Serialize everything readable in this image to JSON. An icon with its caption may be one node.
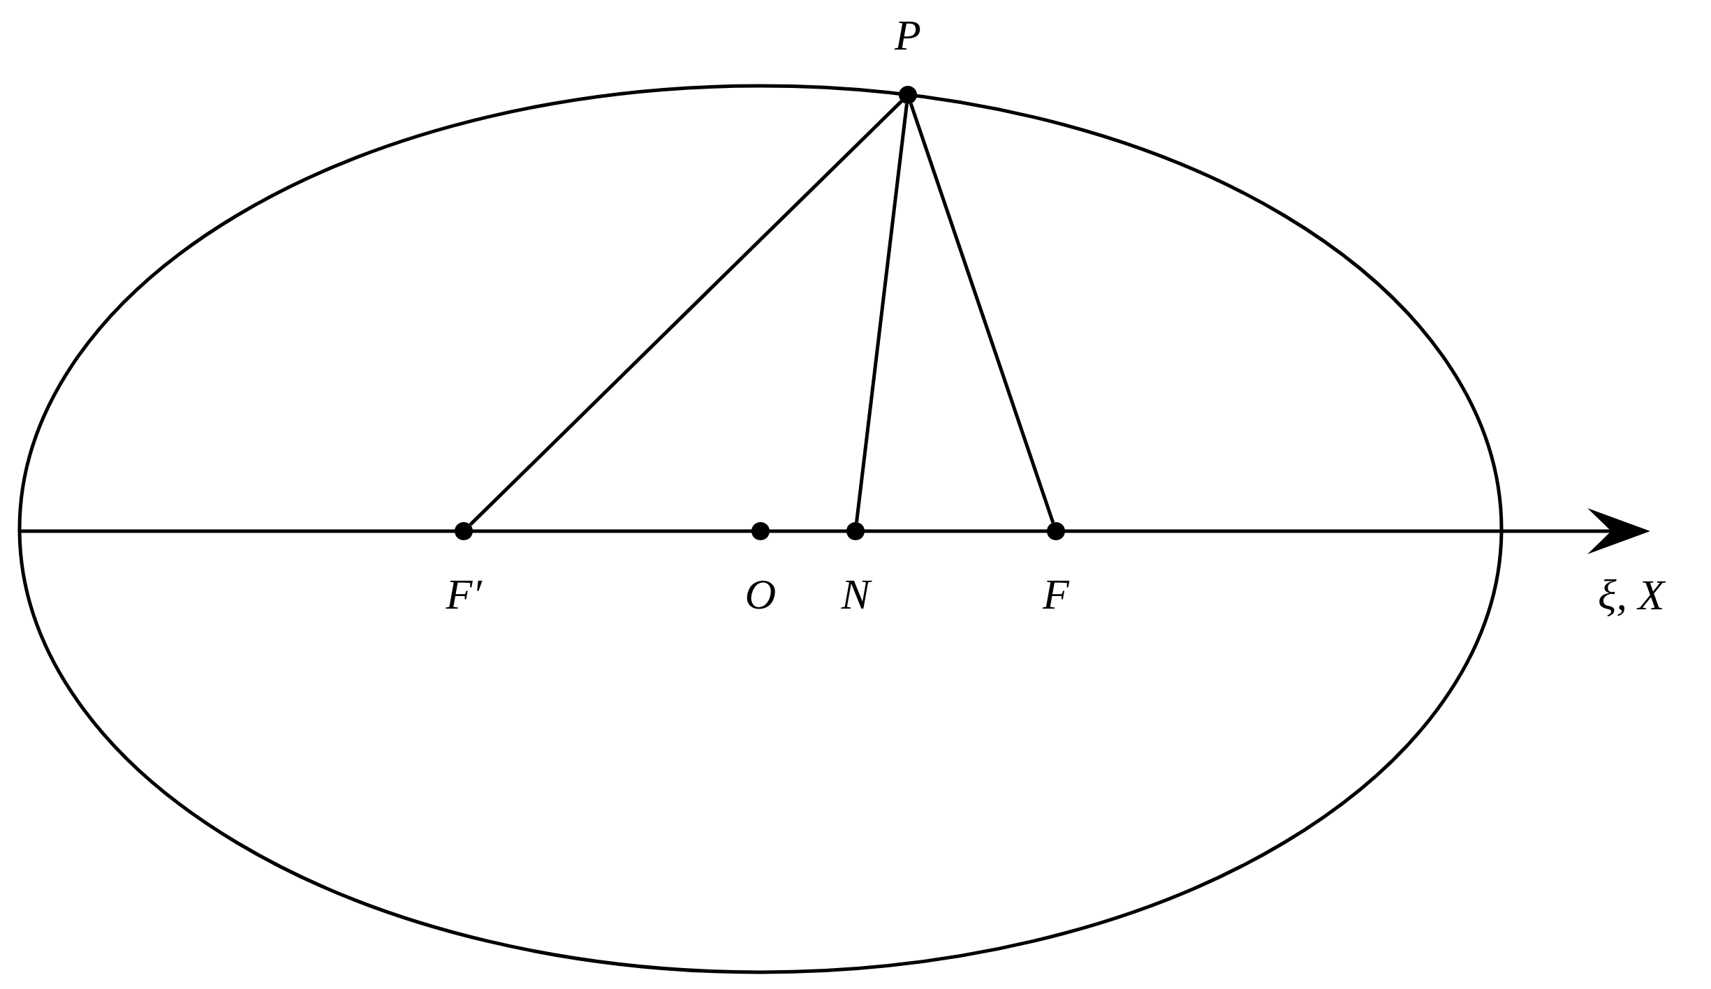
{
  "diagram": {
    "nodes": [
      {
        "text": [
          "P"
        ]
      },
      {
        "text": [
          "F′"
        ]
      },
      {
        "text": [
          "O"
        ]
      },
      {
        "text": [
          "N"
        ]
      },
      {
        "text": [
          "F"
        ]
      }
    ],
    "edges": [
      {
        "from": 0,
        "to": 1,
        "arrow": "none"
      },
      {
        "from": 0,
        "to": 3,
        "arrow": "none"
      },
      {
        "from": 0,
        "to": 4,
        "arrow": "none"
      }
    ],
    "labels": [
      "ξ, X"
    ]
  }
}
